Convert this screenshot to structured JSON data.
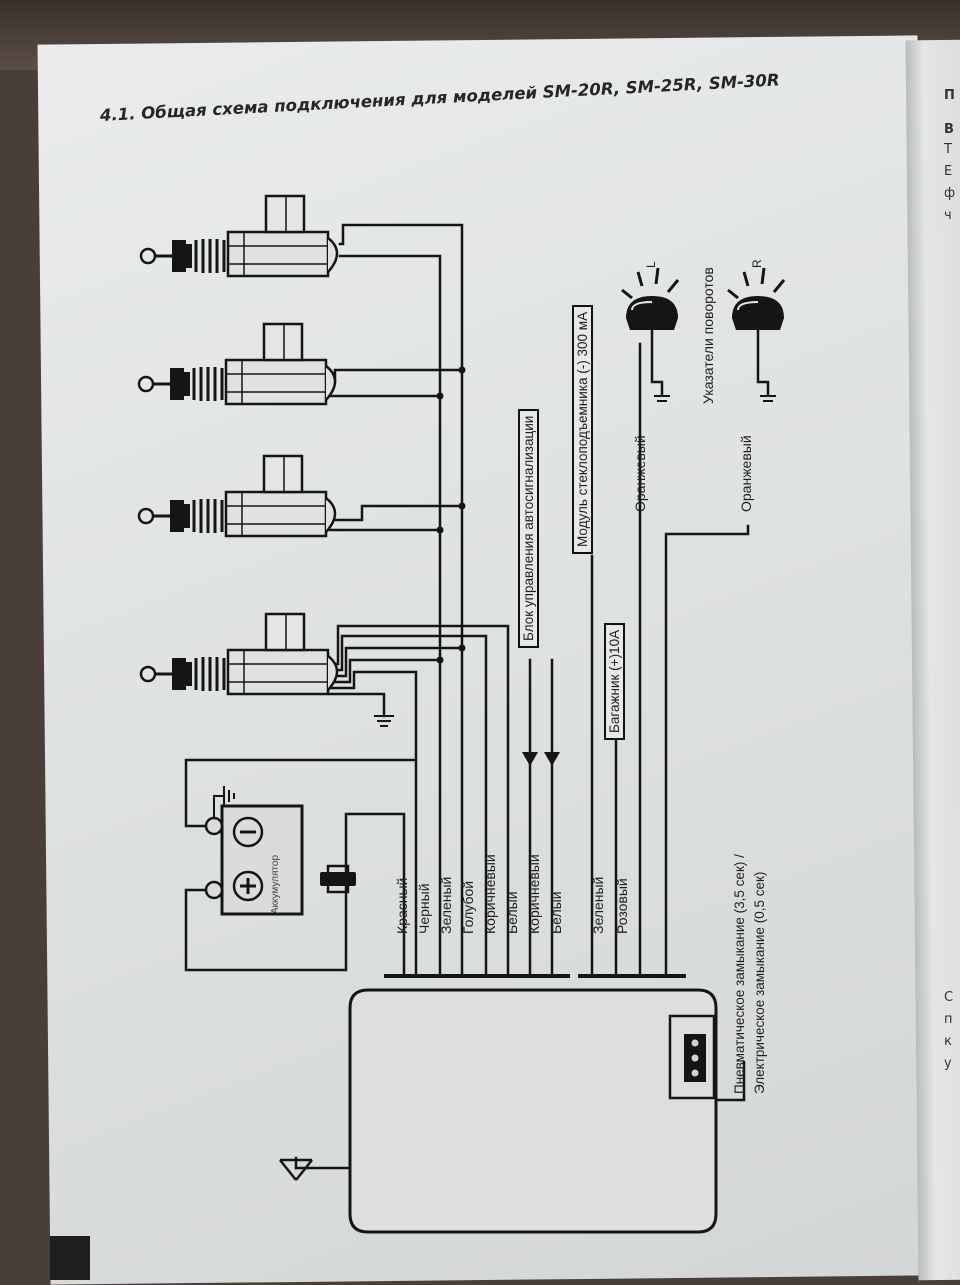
{
  "title": "4.1. Общая схема подключения для моделей SM-20R, SM-25R, SM-30R",
  "wires_left": [
    "Красный",
    "Черный",
    "Зеленый",
    "Голубой",
    "Коричневый",
    "Белый",
    "Коричневый",
    "Белый"
  ],
  "wires_right": [
    "Зеленый",
    "Розовый"
  ],
  "labels": {
    "alarm_unit": "Блок управления автосигнализации",
    "window_module": "Модуль стеклоподъемника (-) 300 мА",
    "trunk": "Багажник (+)10А",
    "turn_signals": "Указатели поворотов",
    "orange_left": "Оранжевый",
    "orange_right": "Оранжевый",
    "lamp_left": "L",
    "lamp_right": "R",
    "battery": "Аккумулятор",
    "jumper_line1": "Пневматическое замыкание (3,5 сек) /",
    "jumper_line2": "Электрическое замыкание (0,5 сек)"
  },
  "right_page_fragments": [
    "П",
    "В",
    "Т",
    "Е",
    "ф",
    "ч",
    "С",
    "п",
    "к",
    "у"
  ],
  "colors": {
    "ink": "#151515",
    "paper": "#e3e5e6"
  }
}
